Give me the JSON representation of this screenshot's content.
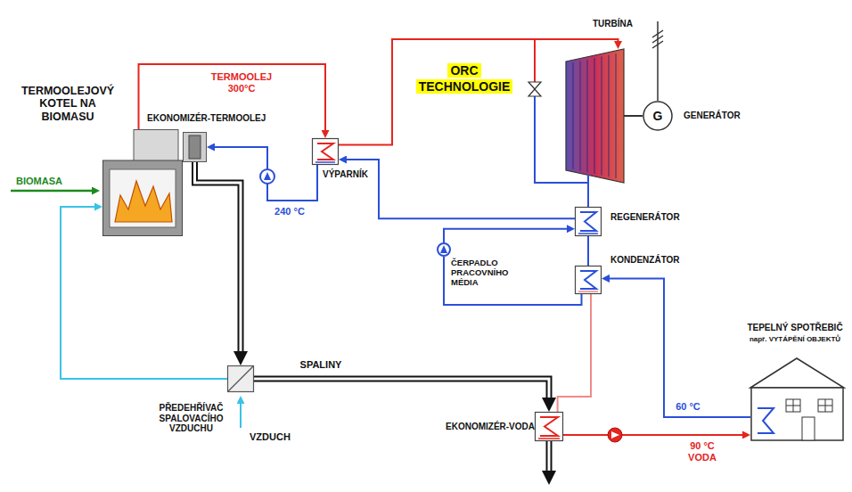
{
  "diagram": {
    "nodes": [
      {
        "text": [
          "TERMOOLEJOVÝ KOTEL NA BIOMASU"
        ]
      },
      {
        "text": [
          "EKONOMIZÉR-TERMOOLEJ"
        ]
      },
      {
        "text": [
          "VÝPARNÍK"
        ]
      },
      {
        "text": [
          "ORC TECHNOLOGIE"
        ]
      },
      {
        "text": [
          "TURBÍNA"
        ]
      },
      {
        "text": [
          "G",
          "GENERÁTOR"
        ]
      },
      {
        "text": [
          "REGENERÁTOR"
        ]
      },
      {
        "text": [
          "ČERPADLO PRACOVNÍHO MÉDIA"
        ]
      },
      {
        "text": [
          "KONDENZÁTOR"
        ]
      },
      {
        "text": [
          "PŘEDEHŘÍVAČ SPALOVACÍHO VZDUCHU"
        ]
      },
      {
        "text": [
          "EKONOMIZÉR-VODA"
        ]
      },
      {
        "text": [
          "TEPELNÝ SPOTŘEBIČ",
          "např. VYTÁPĚNÍ OBJEKTŮ"
        ]
      }
    ],
    "edges": [
      {
        "from": 0,
        "to": 2,
        "arrow": "to",
        "label": "TERMOOLEJ 300°C"
      },
      {
        "from": 2,
        "to": 1,
        "arrow": "to",
        "label": "240 °C"
      },
      {
        "from": 2,
        "to": 4,
        "arrow": "to"
      },
      {
        "from": 4,
        "to": 5,
        "arrow": "none"
      },
      {
        "from": 4,
        "to": 6,
        "arrow": "none"
      },
      {
        "from": 6,
        "to": 2,
        "arrow": "to"
      },
      {
        "from": 6,
        "to": 8,
        "arrow": "none"
      },
      {
        "from": 8,
        "to": 7,
        "arrow": "none"
      },
      {
        "from": 7,
        "to": 6,
        "arrow": "to"
      },
      {
        "from": 8,
        "to": 10,
        "arrow": "none"
      },
      {
        "from": 10,
        "to": 11,
        "arrow": "to",
        "label": "90 °C VODA"
      },
      {
        "from": 11,
        "to": 8,
        "arrow": "to",
        "label": "60 °C"
      },
      {
        "from": 1,
        "to": 9,
        "arrow": "to"
      },
      {
        "from": 9,
        "to": 10,
        "arrow": "to",
        "label": "SPALINY"
      },
      {
        "from": 9,
        "to": 0,
        "arrow": "to"
      }
    ],
    "labels": [
      "BIOMASA",
      "VZDUCH"
    ]
  }
}
